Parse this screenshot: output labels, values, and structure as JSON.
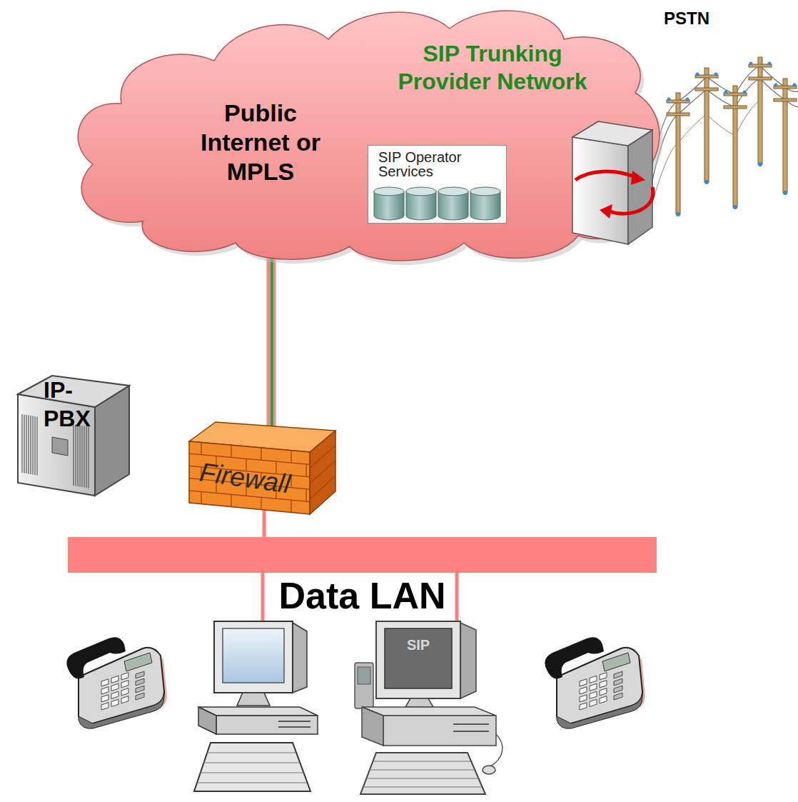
{
  "diagram": {
    "nodes": [
      {
        "text": [
          "Public Internet or MPLS",
          "SIP Trunking Provider Network"
        ]
      },
      {
        "text": [
          "SIP Operator Services"
        ],
        "in": 0
      },
      {
        "text": [
          "IP-PBX"
        ]
      },
      {
        "text": [
          "Firewall"
        ]
      },
      {
        "text": [
          "Data LAN"
        ]
      },
      {
        "text": [
          "SIP"
        ]
      }
    ],
    "edges": [
      {
        "from": 0,
        "to": 3,
        "arrow": "none"
      },
      {
        "from": 3,
        "to": 4,
        "arrow": "none"
      },
      {
        "from": 4,
        "to": 5,
        "arrow": "none"
      }
    ],
    "labels": [
      "PSTN"
    ]
  }
}
